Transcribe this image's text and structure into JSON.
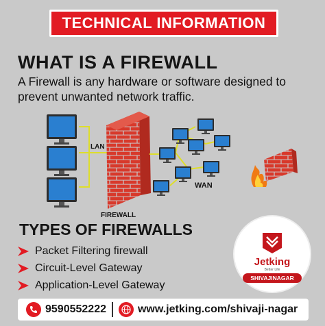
{
  "banner": {
    "label": "TECHNICAL INFORMATION"
  },
  "heading": {
    "title": "WHAT IS A FIREWALL",
    "description": "A Firewall is any hardware or software designed to prevent unwanted network traffic."
  },
  "diagram": {
    "lan_label": "LAN",
    "firewall_label": "FIREWALL",
    "wan_label": "WAN"
  },
  "types": {
    "title": "TYPES OF FIREWALLS",
    "items": [
      "Packet Filtering firewall",
      "Circuit-Level Gateway",
      "Application-Level Gateway"
    ]
  },
  "logo": {
    "brand": "Jetking",
    "tagline": "Better Life",
    "location": "SHIVAJINAGAR"
  },
  "contact": {
    "phone": "9590552222",
    "website": "www.jetking.com/shivaji-nagar"
  },
  "colors": {
    "accent": "#e21b23",
    "background": "#c9c9c9",
    "brick": "#d8392b",
    "monitor_screen": "#2a7fd0"
  }
}
